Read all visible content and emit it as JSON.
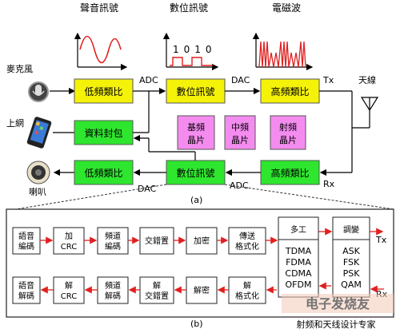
{
  "top": {
    "wave_labels": {
      "audio": "聲音訊號",
      "digital": "數位訊號",
      "em": "電磁波"
    },
    "digital_bits": "1010",
    "devices": {
      "mic": "麥克風",
      "phone": "上網",
      "speaker": "喇叭",
      "antenna": "天線"
    },
    "blocks": {
      "lf_top": "低頻類比",
      "data_pack": "資料封包",
      "lf_bottom": "低頻類比",
      "dsp_top": "數位訊號",
      "dsp_bottom": "數位訊號",
      "hf_top": "高頻類比",
      "hf_bottom": "高頻類比",
      "chip_base": [
        "基頻",
        "晶片"
      ],
      "chip_if": [
        "中頻",
        "晶片"
      ],
      "chip_rf": [
        "射頻",
        "晶片"
      ]
    },
    "conv": {
      "adc_top": "ADC",
      "dac_top": "DAC",
      "adc_bottom": "ADC",
      "dac_bottom": "DAC",
      "tx": "Tx",
      "rx": "Rx"
    },
    "caption": "(a)"
  },
  "bottom": {
    "tx_row": [
      [
        "語音",
        "編碼"
      ],
      [
        "加",
        "CRC"
      ],
      [
        "頻道",
        "編碼"
      ],
      [
        "交錯置"
      ],
      [
        "加密"
      ],
      [
        "傳送",
        "格式化"
      ]
    ],
    "rx_row": [
      [
        "語音",
        "解碼"
      ],
      [
        "解",
        "CRC"
      ],
      [
        "頻道",
        "解碼"
      ],
      [
        "解",
        "交錯置"
      ],
      [
        "解密"
      ],
      [
        "解",
        "格式化"
      ]
    ],
    "multiplex": {
      "title": "多工",
      "items": [
        "TDMA",
        "FDMA",
        "CDMA",
        "OFDM"
      ]
    },
    "modulation": {
      "title": "調變",
      "items": [
        "ASK",
        "FSK",
        "PSK",
        "QAM"
      ]
    },
    "tx": "Tx",
    "rx": "Rx",
    "caption": "(b)"
  },
  "watermark": {
    "logo": "电子发烧友",
    "text": "射频和天线设计专家"
  },
  "colors": {
    "yellow": "#f5f20a",
    "green": "#2ee62e",
    "pink": "#f48cf0",
    "red_arrow": "#e02020"
  }
}
